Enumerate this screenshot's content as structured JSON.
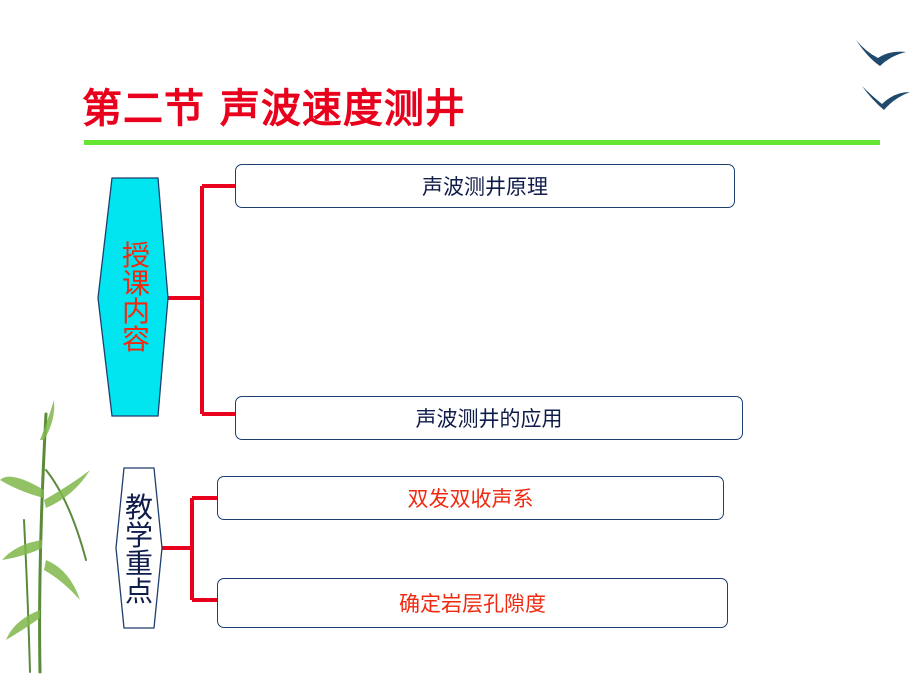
{
  "slide": {
    "title": "第二节  声波速度测井"
  },
  "section_content": {
    "label_chars": [
      "授",
      "课",
      "内",
      "容"
    ],
    "items": [
      {
        "label": "声波测井原理"
      },
      {
        "label": "声波测井的应用"
      }
    ]
  },
  "section_focus": {
    "label_chars": [
      "教",
      "学",
      "重",
      "点"
    ],
    "items": [
      {
        "label": "双发双收声系"
      },
      {
        "label": "确定岩层孔隙度"
      }
    ]
  },
  "colors": {
    "title": "#e8001c",
    "rule": "#66e533",
    "connector": "#e8001c",
    "label_fill": "#00e5f0",
    "box_border": "#1f3f6e",
    "dark_text": "#101c4a",
    "red_text": "#ef2a10"
  }
}
